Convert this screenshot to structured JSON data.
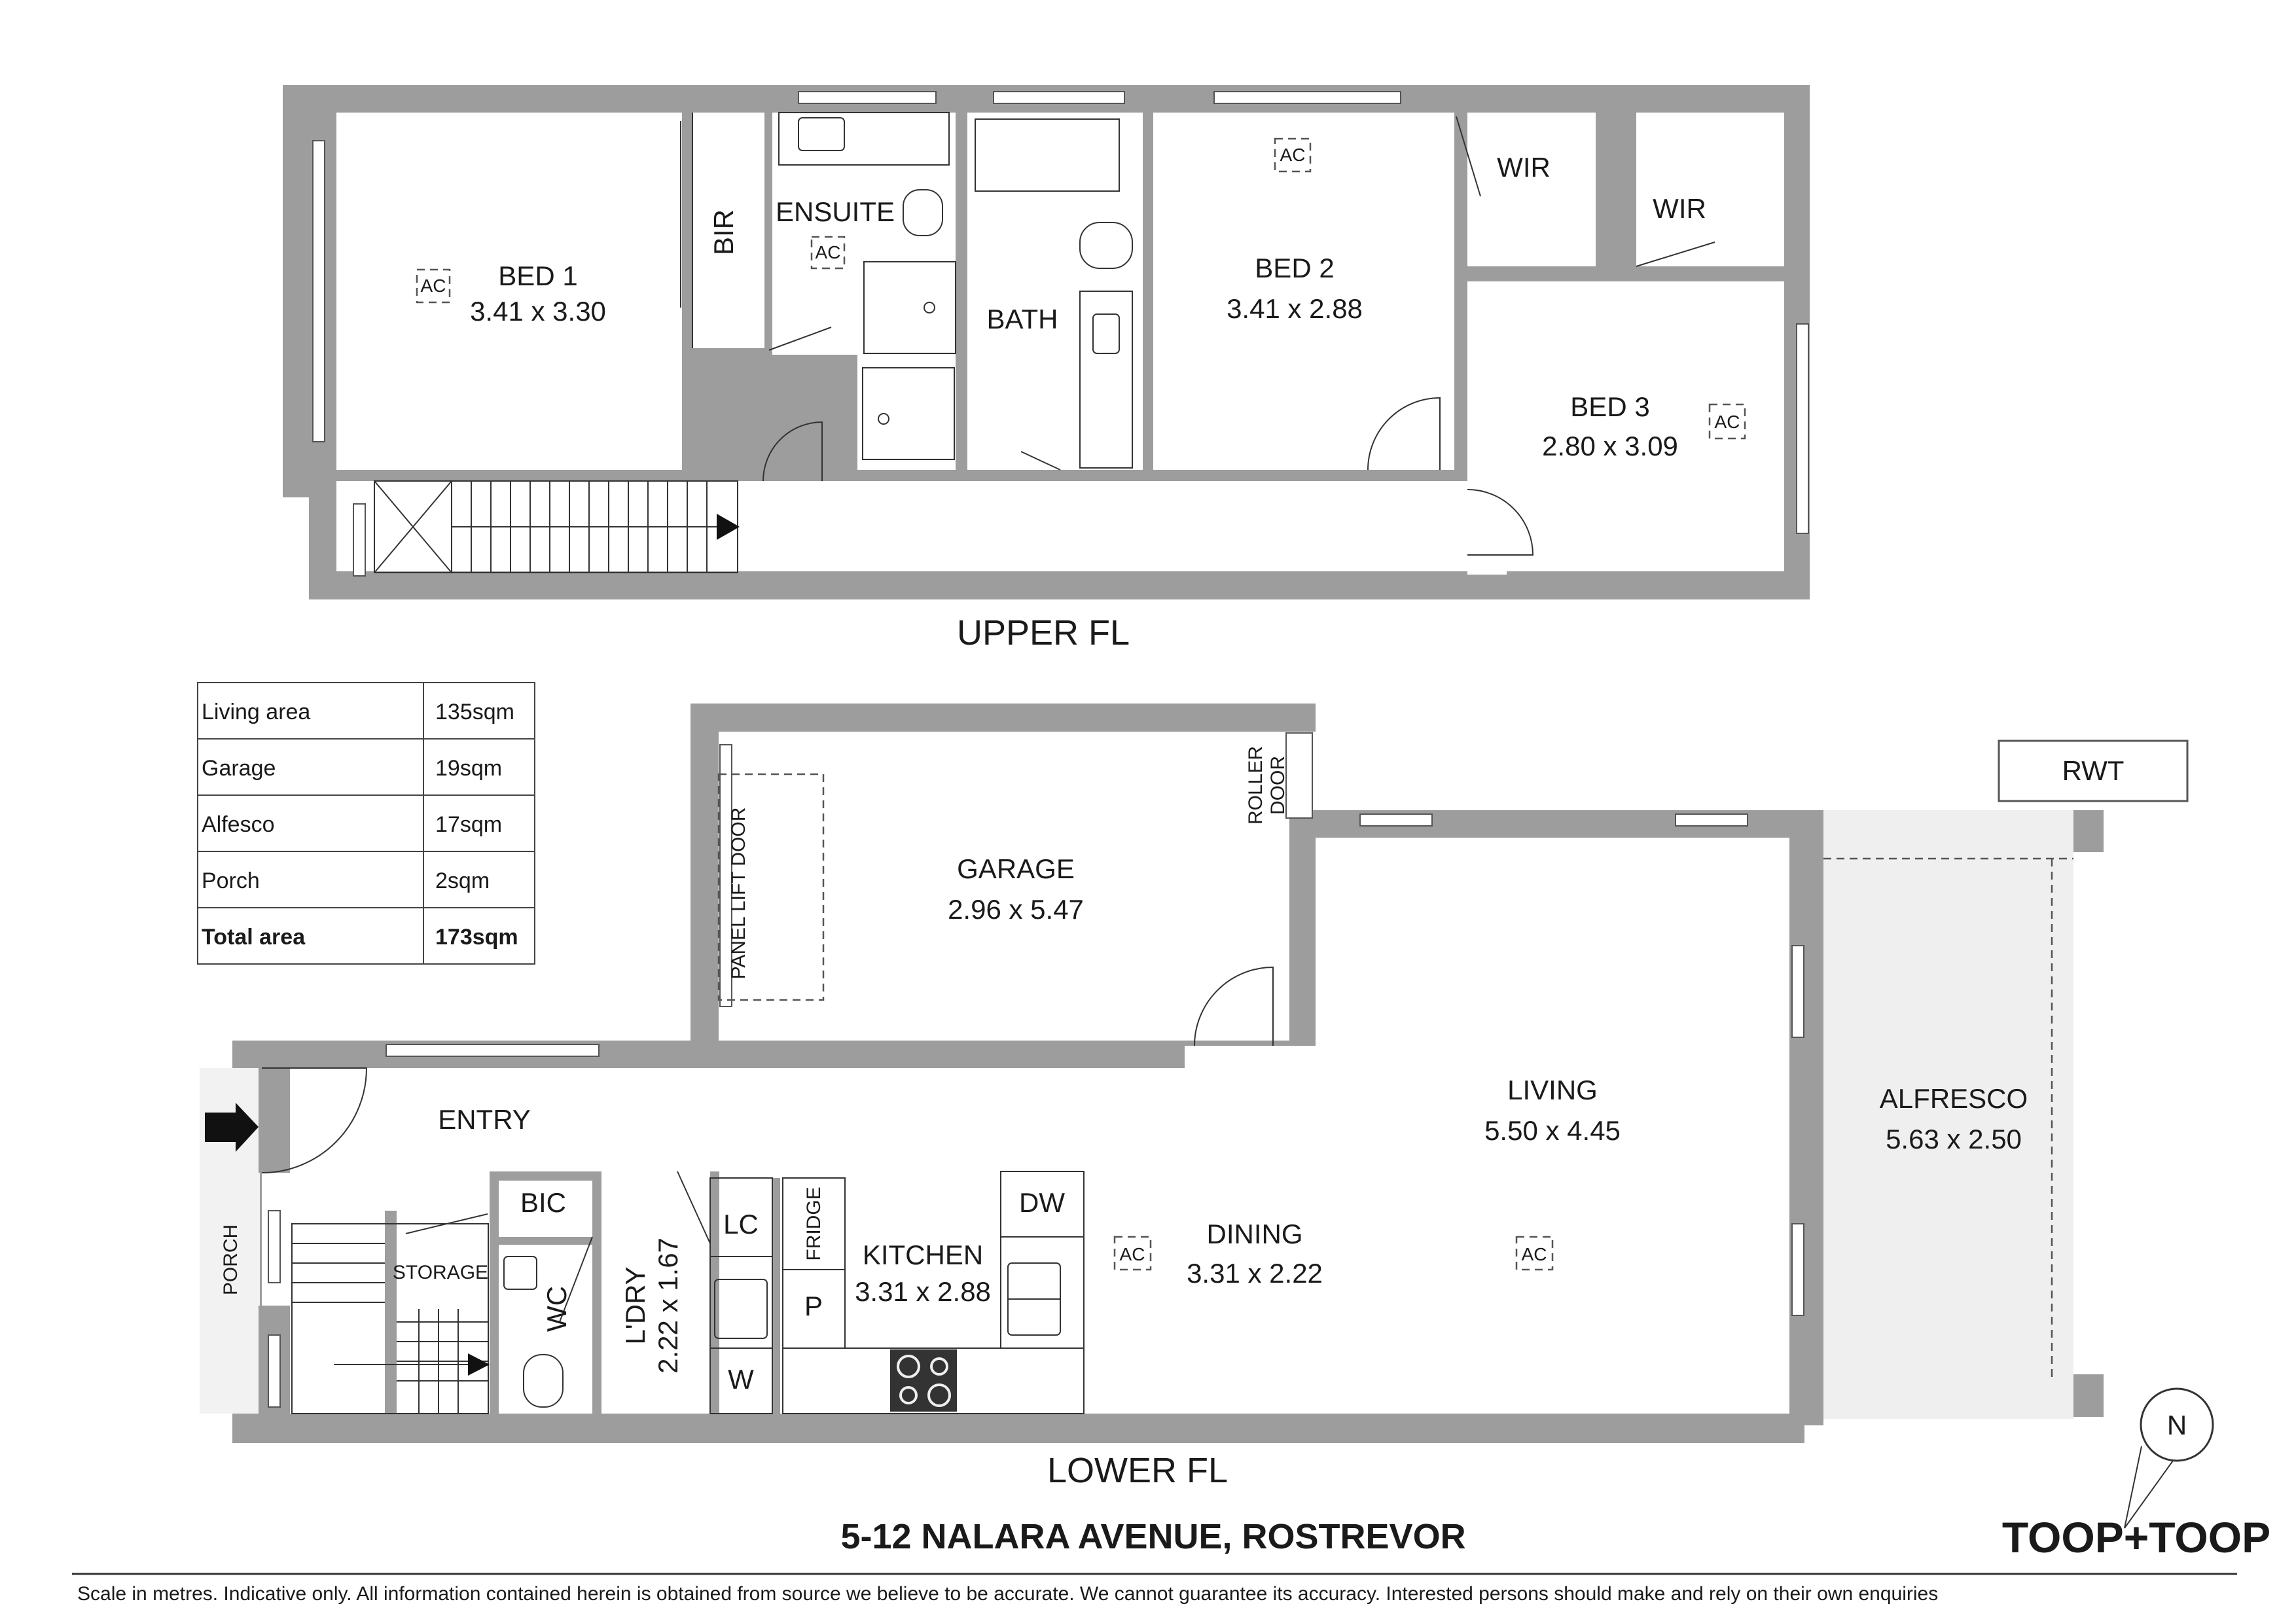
{
  "property": {
    "address": "5-12 NALARA AVENUE, ROSTREVOR",
    "brand": "TOOP+TOOP",
    "disclaimer": "Scale in metres. Indicative only. All information contained herein is obtained from source we believe to be accurate. We cannot guarantee its accuracy. Interested persons should make and rely on their own enquiries",
    "compass": "N"
  },
  "floors": {
    "upper": "UPPER FL",
    "lower": "LOWER FL"
  },
  "upper_rooms": {
    "bed1": {
      "name": "BED 1",
      "size": "3.41 x 3.30"
    },
    "bir": "BIR",
    "ensuite": "ENSUITE",
    "bath": "BATH",
    "bed2": {
      "name": "BED 2",
      "size": "3.41 x 2.88"
    },
    "wir": "WIR",
    "bed3": {
      "name": "BED 3",
      "size": "2.80 x 3.09"
    }
  },
  "lower_rooms": {
    "garage": {
      "name": "GARAGE",
      "size": "2.96 x 5.47"
    },
    "panel_door": "PANEL LIFT DOOR",
    "roller_door": {
      "line1": "ROLLER",
      "line2": "DOOR"
    },
    "entry": "ENTRY",
    "porch": "PORCH",
    "storage": "STORAGE",
    "bic": "BIC",
    "wc": "WC",
    "laundry": {
      "name": "L'DRY",
      "size": "2.22 x 1.67"
    },
    "lc": "LC",
    "w": "W",
    "fridge": "FRIDGE",
    "pantry": "P",
    "kitchen": {
      "name": "KITCHEN",
      "size": "3.31 x 2.88"
    },
    "dw": "DW",
    "dining": {
      "name": "DINING",
      "size": "3.31 x 2.22"
    },
    "living": {
      "name": "LIVING",
      "size": "5.50 x 4.45"
    },
    "alfresco": {
      "name": "ALFRESCO",
      "size": "5.63 x 2.50"
    },
    "rwt": "RWT"
  },
  "ac_label": "AC",
  "area_table": [
    {
      "label": "Living area",
      "value": "135sqm",
      "bold": false
    },
    {
      "label": "Garage",
      "value": "19sqm",
      "bold": false
    },
    {
      "label": "Alfesco",
      "value": "17sqm",
      "bold": false
    },
    {
      "label": "Porch",
      "value": "2sqm",
      "bold": false
    },
    {
      "label": "Total area",
      "value": "173sqm",
      "bold": true
    }
  ],
  "colors": {
    "wall": "#9d9d9e",
    "alfresco": "#efefef",
    "text": "#1a1a1a"
  }
}
